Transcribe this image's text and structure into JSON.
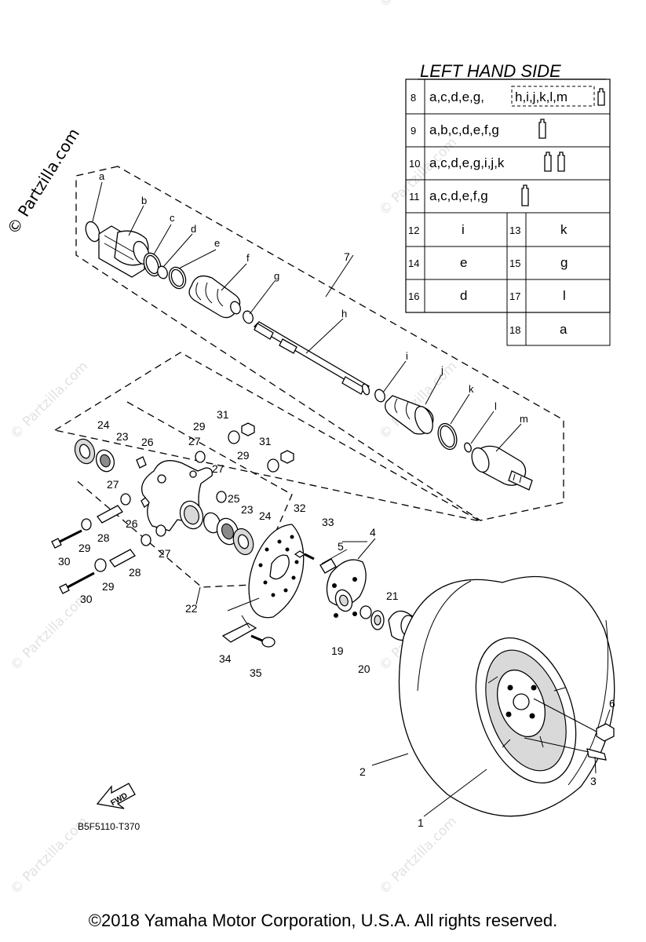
{
  "watermark": "© Partzilla.com",
  "table": {
    "title": "LEFT HAND SIDE",
    "rows": [
      {
        "no": "8",
        "parts": "a,c,d,e,g,",
        "boxed": "h,i,j,k,l,m"
      },
      {
        "no": "9",
        "parts": "a,b,c,d,e,f,g"
      },
      {
        "no": "10",
        "parts": "a,c,d,e,g,i,j,k"
      },
      {
        "no": "11",
        "parts": "a,c,d,e,f,g"
      }
    ],
    "pairs": [
      {
        "no": "12",
        "part": "i"
      },
      {
        "no": "13",
        "part": "k"
      },
      {
        "no": "14",
        "part": "e"
      },
      {
        "no": "15",
        "part": "g"
      },
      {
        "no": "16",
        "part": "d"
      },
      {
        "no": "17",
        "part": "l"
      },
      {
        "no": "18",
        "part": "a"
      }
    ]
  },
  "shaft_letters": [
    "a",
    "b",
    "c",
    "d",
    "e",
    "f",
    "g",
    "h",
    "i",
    "j",
    "k",
    "l",
    "m"
  ],
  "callouts": [
    "1",
    "2",
    "3",
    "4",
    "5",
    "6",
    "7",
    "19",
    "20",
    "21",
    "22",
    "23",
    "24",
    "25",
    "26",
    "27",
    "28",
    "29",
    "30",
    "31",
    "32",
    "33",
    "34",
    "35"
  ],
  "fwd_label": "FWD",
  "diagram_code": "B5F5110-T370",
  "copyright": "©2018 Yamaha Motor Corporation, U.S.A. All rights reserved."
}
